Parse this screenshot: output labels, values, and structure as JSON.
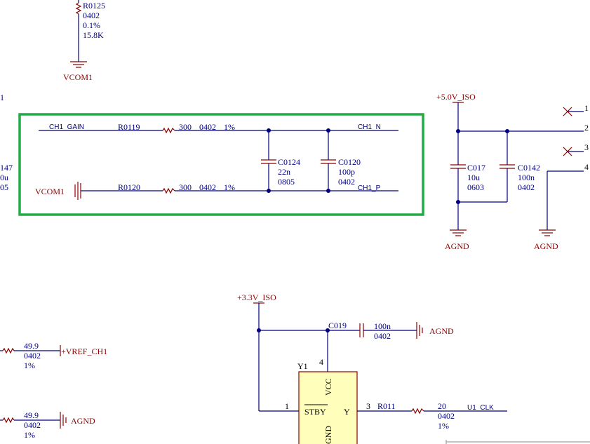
{
  "r0125": {
    "ref": "R0125",
    "pkg": "0402",
    "tol": "0.1%",
    "val": "15.8K"
  },
  "vcom1_top": "VCOM1",
  "left_clip": {
    "a": "1",
    "b": "147",
    "c": "0u",
    "d": "05"
  },
  "ch1_gain": "CH1_GAIN",
  "ch1_n": "CH1_N",
  "ch1_p": "CH1_P",
  "vcom1_left": "VCOM1",
  "r0119": {
    "ref": "R0119",
    "val": "300",
    "pkg": "0402",
    "tol": "1%"
  },
  "r0120": {
    "ref": "R0120",
    "val": "300",
    "pkg": "0402",
    "tol": "1%"
  },
  "c0124": {
    "ref": "C0124",
    "val": "22n",
    "pkg": "0805"
  },
  "c0120": {
    "ref": "C0120",
    "val": "100p",
    "pkg": "0402"
  },
  "p5v_iso": "+5.0V_ISO",
  "c017": {
    "ref": "C017",
    "val": "10u",
    "pkg": "0603"
  },
  "c0142": {
    "ref": "C0142",
    "val": "100n",
    "pkg": "0402"
  },
  "agnd_a": "AGND",
  "agnd_b": "AGND",
  "conn_pins": [
    "1",
    "2",
    "3",
    "4"
  ],
  "p3v3_iso": "+3.3V_ISO",
  "c019": {
    "ref": "C019",
    "val": "100n",
    "pkg": "0402"
  },
  "agnd_c": "AGND",
  "y1": {
    "ref": "Y1",
    "pin4": "4",
    "vcc": "VCC",
    "stby": "STBY",
    "y": "Y",
    "pin1": "1",
    "pin3": "3",
    "gnd": "GND"
  },
  "r011": {
    "ref": "R011",
    "val": "20",
    "pkg": "0402",
    "tol": "1%"
  },
  "u1_clk": "U1_CLK",
  "r_vref": {
    "val": "49.9",
    "pkg": "0402",
    "tol": "1%"
  },
  "vref_ch1": "+VREF_CH1",
  "r_agnd": {
    "val": "49.9",
    "pkg": "0402",
    "tol": "1%"
  },
  "agnd_d": "AGND"
}
